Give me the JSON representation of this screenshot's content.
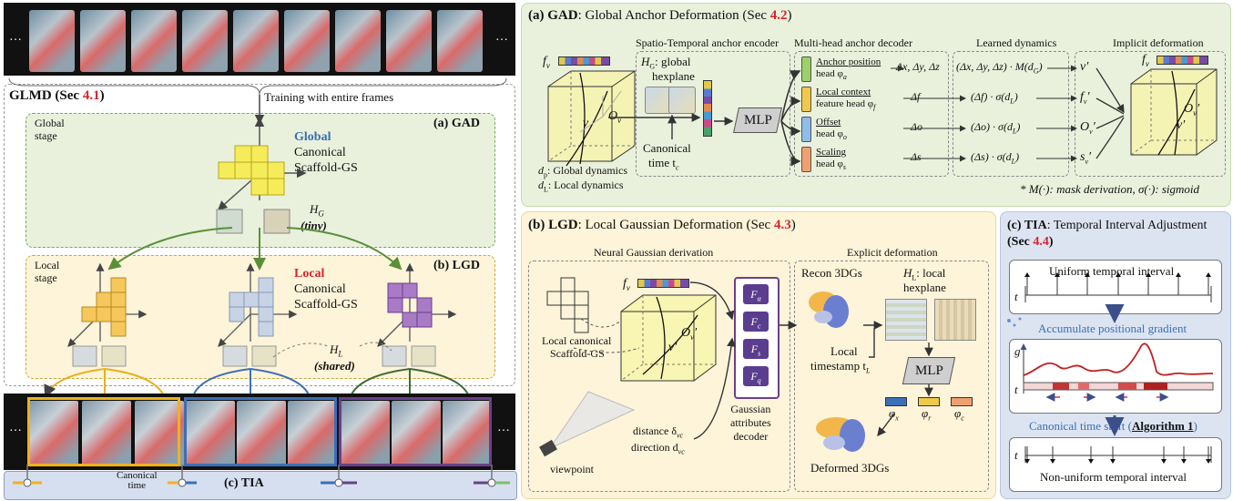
{
  "left": {
    "top_frames_ellipsis_left": "…",
    "top_frames_ellipsis_right": "…",
    "glmd_title": "GLMD (Sec ",
    "glmd_ref": "4.1",
    "glmd_close": ")",
    "training_text": "Training with entire frames",
    "gad_box_label": "(a) GAD",
    "global_stage": "Global\nstage",
    "global_word": "Global",
    "global_canonical": "Canonical",
    "global_scaffold": "Scaffold-GS",
    "hg_label": "H",
    "hg_sub": "G",
    "tiny_label": "(tiny)",
    "lgd_box_label": "(b) LGD",
    "local_stage": "Local\nstage",
    "local_word": "Local",
    "local_canonical": "Canonical",
    "local_scaffold": "Scaffold-GS",
    "hl_label": "H",
    "hl_sub": "L",
    "shared_label": "(shared)",
    "bottom_ellipsis_left": "…",
    "bottom_ellipsis_right": "…",
    "canonical_time": "Canonical\ntime",
    "tia_label": "(c) TIA"
  },
  "gad": {
    "title_prefix": "(a) GAD",
    "title_rest": ": Global Anchor Deformation (Sec ",
    "title_ref": "4.2",
    "title_close": ")",
    "fv": "f",
    "fv_sub": "v",
    "ov": "O",
    "ov_sub": "v",
    "v": "v",
    "dp": "d",
    "dp_sub": "p",
    "dp_text": ": Global dynamics",
    "dl": "d",
    "dl_sub": "L",
    "dl_text": ": Local dynamics",
    "encoder_title": "Spatio-Temporal anchor encoder",
    "hg_text1": "H",
    "hg_sub": "G",
    "hg_text2": ": global",
    "hexplane": "hexplane",
    "canonical": "Canonical",
    "time_tc": "time t",
    "tc_sub": "c",
    "mlp": "MLP",
    "decoder_title": "Multi-head anchor decoder",
    "heads": [
      {
        "name1": "Anchor position",
        "name2": "head φ",
        "sub": "a",
        "color": "#9bd06b",
        "delta": "Δx, Δy, Δz",
        "dyn": "(Δx, Δy, Δz) · M(d",
        "dynsub": "G",
        "out": "v′"
      },
      {
        "name1": "Local context",
        "name2": "feature head φ",
        "sub": "f",
        "color": "#f2c84b",
        "delta": "Δf",
        "dyn": "(Δf) · σ(d",
        "dynsub": "L",
        "out": "f",
        "outsub": "v"
      },
      {
        "name1": "Offset",
        "name2": "head φ",
        "sub": "o",
        "color": "#8fbce8",
        "delta": "Δo",
        "dyn": "(Δo) · σ(d",
        "dynsub": "L",
        "out": "O",
        "outsub": "v"
      },
      {
        "name1": "Scaling",
        "name2": "head φ",
        "sub": "s",
        "color": "#f0a070",
        "delta": "Δs",
        "dyn": "(Δs) · σ(d",
        "dynsub": "L",
        "out": "s",
        "outsub": "v"
      }
    ],
    "dynamics_title": "Learned dynamics",
    "implicit_title": "Implicit deformation",
    "footnote": "* M(·): mask derivation, σ(·): sigmoid"
  },
  "lgd": {
    "title_prefix": "(b) LGD",
    "title_rest": ": Local Gaussian Deformation (Sec ",
    "title_ref": "4.3",
    "title_close": ")",
    "neural_title": "Neural Gaussian derivation",
    "local_canonical": "Local canonical",
    "scaffold": "Scaffold-GS",
    "fv": "f",
    "fv_sub": "v",
    "ov": "O",
    "ov_sub": "v",
    "v": "v′",
    "viewpoint": "viewpoint",
    "distance": "distance δ",
    "distance_sub": "vc",
    "direction": "direction d",
    "direction_sub": "vc",
    "f_boxes": [
      "F",
      "F",
      "F",
      "F"
    ],
    "f_subs": [
      "α",
      "c",
      "s",
      "q"
    ],
    "gauss_decoder": "Gaussian\nattributes\ndecoder",
    "explicit_title": "Explicit deformation",
    "recon": "Recon 3DGs",
    "hl1": "H",
    "hl_sub": "L",
    "hl2": ": local",
    "hexplane": "hexplane",
    "local_ts": "Local",
    "timestamp": "timestamp t",
    "ts_sub": "L",
    "mlp": "MLP",
    "phis": [
      "φ",
      "φ",
      "φ"
    ],
    "phi_subs": [
      "x",
      "r",
      "c"
    ],
    "phi_colors": [
      "#3b6fb6",
      "#f2c84b",
      "#f0a070"
    ],
    "deformed": "Deformed 3DGs"
  },
  "tia": {
    "title_prefix": "(c) TIA",
    "title_rest": ": Temporal Interval Adjustment",
    "title_line2": "(Sec ",
    "title_ref": "4.4",
    "title_close": ")",
    "uniform": "Uniform temporal interval",
    "t": "t",
    "accumulate": "Accumulate positional gradient",
    "g": "g",
    "shift": "Canonical time shift (",
    "algo": "Algorithm 1",
    "shift_close": ")",
    "nonuniform": "Non-uniform temporal interval"
  },
  "colors": {
    "gad_green": "#e9f1dc",
    "lgd_yellow": "#fdf4d9",
    "tia_blue": "#dce4f2",
    "accent_red": "#d8242a",
    "accent_blue": "#3b6fb6"
  }
}
